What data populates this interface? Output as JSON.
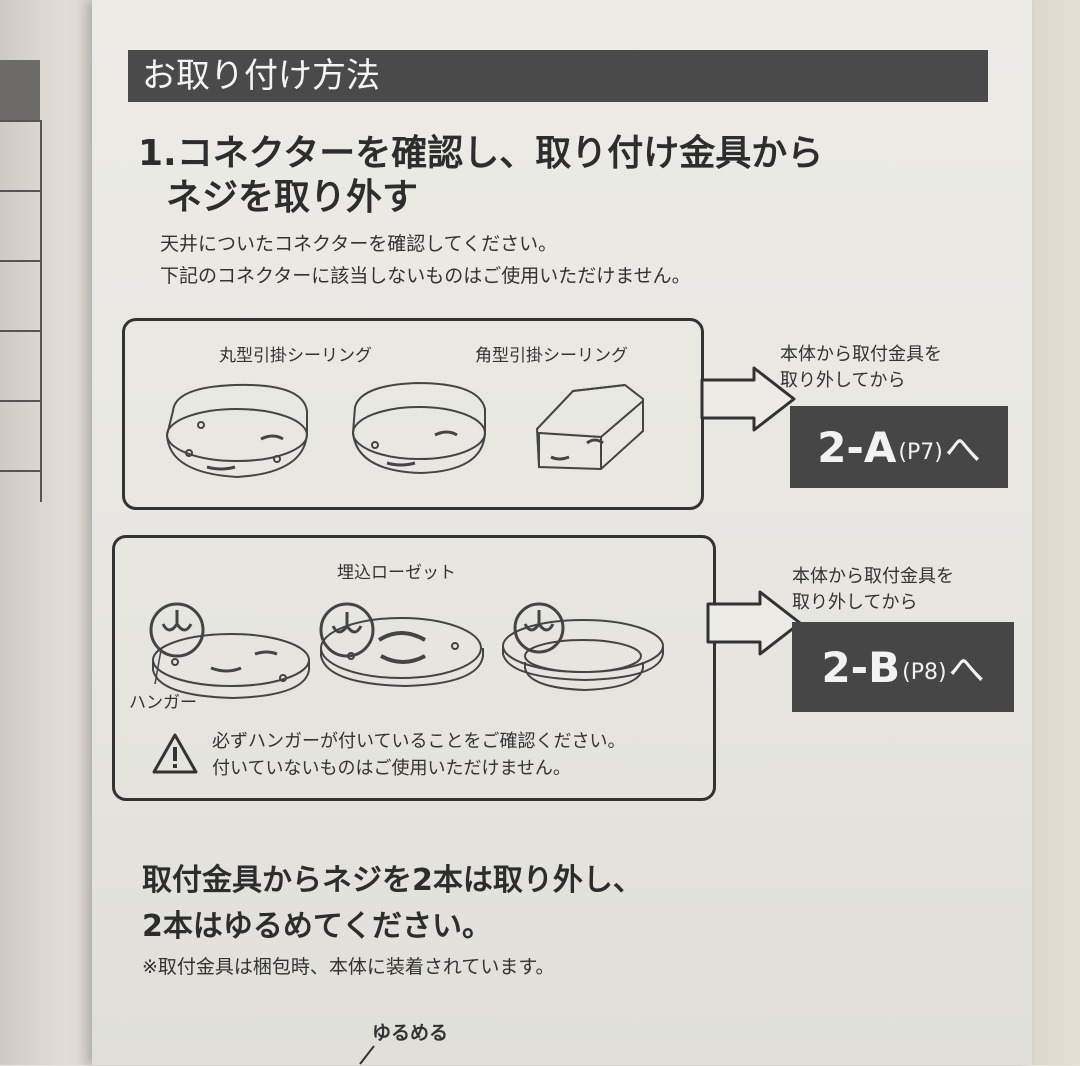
{
  "section_title": "お取り付け方法",
  "step": {
    "title_line1": "1.コネクターを確認し、取り付け金具から",
    "title_line2": "ネジを取り外す",
    "intro_line1": "天井についたコネクターを確認してください。",
    "intro_line2": "下記のコネクターに該当しないものはご使用いただけません。"
  },
  "group_a": {
    "label_round": "丸型引掛シーリング",
    "label_square": "角型引掛シーリング",
    "caption_line1": "本体から取付金具を",
    "caption_line2": "取り外してから",
    "dest_main": "2-A",
    "dest_page": "(P7)",
    "dest_suffix": "へ"
  },
  "group_b": {
    "label_rosette": "埋込ローゼット",
    "label_hanger": "ハンガー",
    "warning_line1": "必ずハンガーが付いていることをご確認ください。",
    "warning_line2": "付いていないものはご使用いただけません。",
    "caption_line1": "本体から取付金具を",
    "caption_line2": "取り外してから",
    "dest_main": "2-B",
    "dest_page": "(P8)",
    "dest_suffix": "へ"
  },
  "bottom": {
    "title_line1": "取付金具からネジを2本は取り外し、",
    "title_line2": "2本はゆるめてください。",
    "note": "※取付金具は梱包時、本体に装着されています。",
    "loosen_label": "ゆるめる"
  }
}
